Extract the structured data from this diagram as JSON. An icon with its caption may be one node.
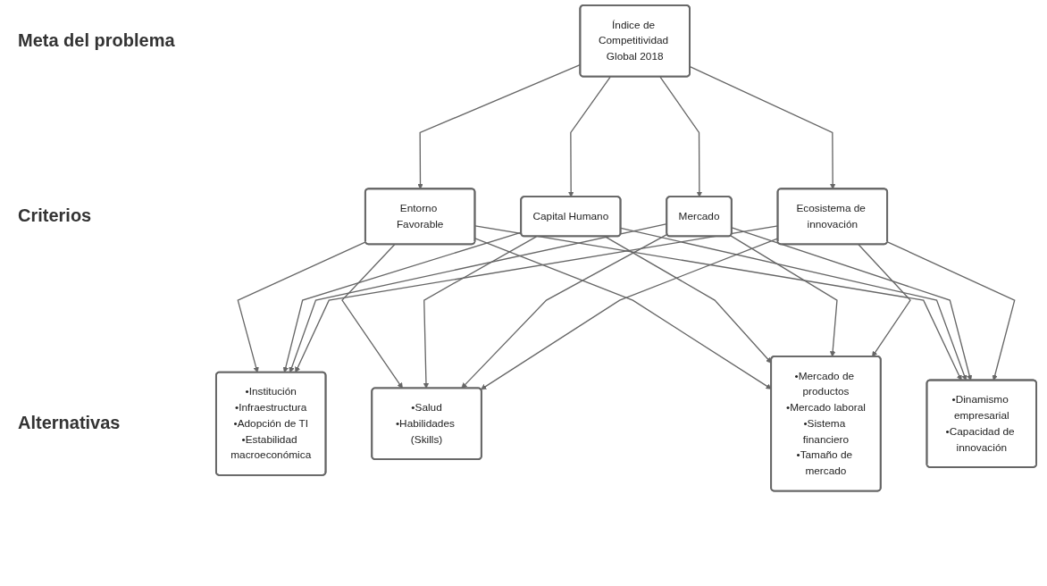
{
  "diagram": {
    "nodes": [
      {
        "text": [
          "Índice de Competitividad Global 2018"
        ]
      },
      {
        "text": [
          "Entorno Favorable"
        ]
      },
      {
        "text": [
          "Capital Humano"
        ]
      },
      {
        "text": [
          "Mercado"
        ]
      },
      {
        "text": [
          "Ecosistema de innovación"
        ]
      },
      {
        "text": [
          "•Institución",
          "•Infraestructura",
          "•Adopción de TI",
          "•Estabilidad macroeconómica"
        ]
      },
      {
        "text": [
          "•Salud",
          "•Habilidades (Skills)"
        ]
      },
      {
        "text": [
          "•Mercado de productos",
          "•Mercado laboral",
          "•Sistema financiero",
          "•Tamaño de mercado"
        ]
      },
      {
        "text": [
          "•Dinamismo empresarial",
          "•Capacidad de innovación"
        ]
      }
    ],
    "edges": [
      {
        "from": 0,
        "to": 1,
        "arrow": "to"
      },
      {
        "from": 0,
        "to": 2,
        "arrow": "to"
      },
      {
        "from": 0,
        "to": 3,
        "arrow": "to"
      },
      {
        "from": 0,
        "to": 4,
        "arrow": "to"
      },
      {
        "from": 1,
        "to": 5,
        "arrow": "to"
      },
      {
        "from": 1,
        "to": 6,
        "arrow": "to"
      },
      {
        "from": 1,
        "to": 7,
        "arrow": "to"
      },
      {
        "from": 1,
        "to": 8,
        "arrow": "to"
      },
      {
        "from": 2,
        "to": 5,
        "arrow": "to"
      },
      {
        "from": 2,
        "to": 6,
        "arrow": "to"
      },
      {
        "from": 2,
        "to": 7,
        "arrow": "to"
      },
      {
        "from": 2,
        "to": 8,
        "arrow": "to"
      },
      {
        "from": 3,
        "to": 5,
        "arrow": "to"
      },
      {
        "from": 3,
        "to": 6,
        "arrow": "to"
      },
      {
        "from": 3,
        "to": 7,
        "arrow": "to"
      },
      {
        "from": 3,
        "to": 8,
        "arrow": "to"
      },
      {
        "from": 4,
        "to": 5,
        "arrow": "to"
      },
      {
        "from": 4,
        "to": 6,
        "arrow": "to"
      },
      {
        "from": 4,
        "to": 7,
        "arrow": "to"
      },
      {
        "from": 4,
        "to": 8,
        "arrow": "to"
      }
    ],
    "labels": [
      "Meta del problema",
      "Criterios",
      "Alternativas"
    ]
  }
}
